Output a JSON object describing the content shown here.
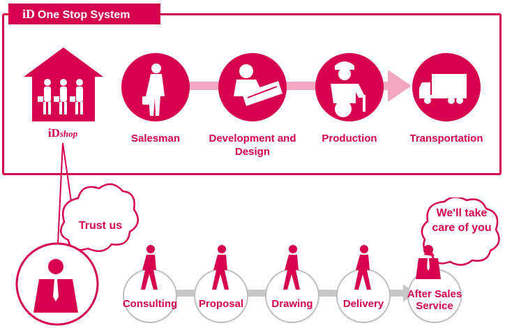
{
  "header": {
    "brand": "iD",
    "title": "One Stop System"
  },
  "shop": {
    "brand": "iD",
    "suffix": "shop"
  },
  "pipeline": [
    {
      "label": "Salesman"
    },
    {
      "label": "Development and Design"
    },
    {
      "label": "Production"
    },
    {
      "label": "Transportation"
    }
  ],
  "speech": {
    "left": "Trust us",
    "right": "We'll take care of you"
  },
  "steps": [
    {
      "label": "Consulting"
    },
    {
      "label": "Proposal"
    },
    {
      "label": "Drawing"
    },
    {
      "label": "Delivery"
    },
    {
      "label": "After Sales Service"
    }
  ],
  "colors": {
    "brand": "#d6004f",
    "arrow_light": "#f2a6c0",
    "step_arrow": "#c8c8c8",
    "step_border": "#bdbdbd"
  }
}
